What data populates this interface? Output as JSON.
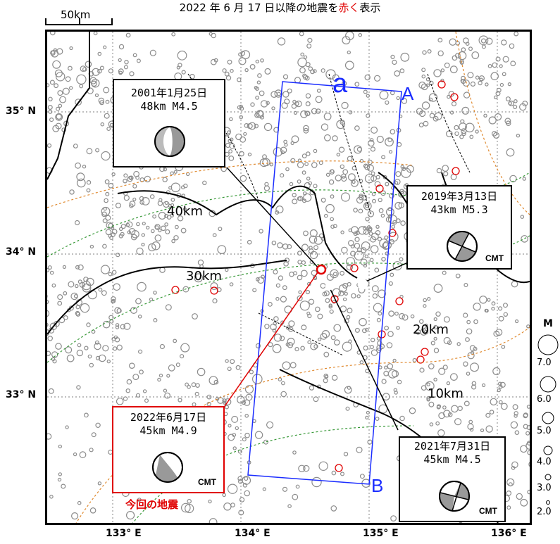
{
  "title": {
    "prefix": "2022 年 6 月 17 日以降の地震を",
    "red": "赤く",
    "suffix": "表示"
  },
  "scale": {
    "label": "50km"
  },
  "latitudes": [
    "35° N",
    "34° N",
    "33° N"
  ],
  "longitudes": [
    "133° E",
    "134° E",
    "135° E",
    "136° E"
  ],
  "section": {
    "label": "a",
    "start": "A",
    "end": "B"
  },
  "depth_contours": [
    "40km",
    "30km",
    "20km",
    "10km"
  ],
  "events": [
    {
      "date": "2001年1月25日",
      "depth_mag": "48km  M4.5",
      "cmt": ""
    },
    {
      "date": "2019年3月13日",
      "depth_mag": "43km  M5.3",
      "cmt": "CMT"
    },
    {
      "date": "2022年6月17日",
      "depth_mag": "45km  M4.9",
      "cmt": "CMT"
    },
    {
      "date": "2021年7月31日",
      "depth_mag": "45km  M4.5",
      "cmt": "CMT"
    }
  ],
  "current_caption": "今回の地震",
  "legend": {
    "title": "M",
    "values": [
      "7.0",
      "6.0",
      "5.0",
      "4.0",
      "3.0",
      "2.0"
    ]
  },
  "colors": {
    "recent": "#e00000",
    "section": "#1a2cff",
    "seismicity": "#8c8c8c"
  }
}
